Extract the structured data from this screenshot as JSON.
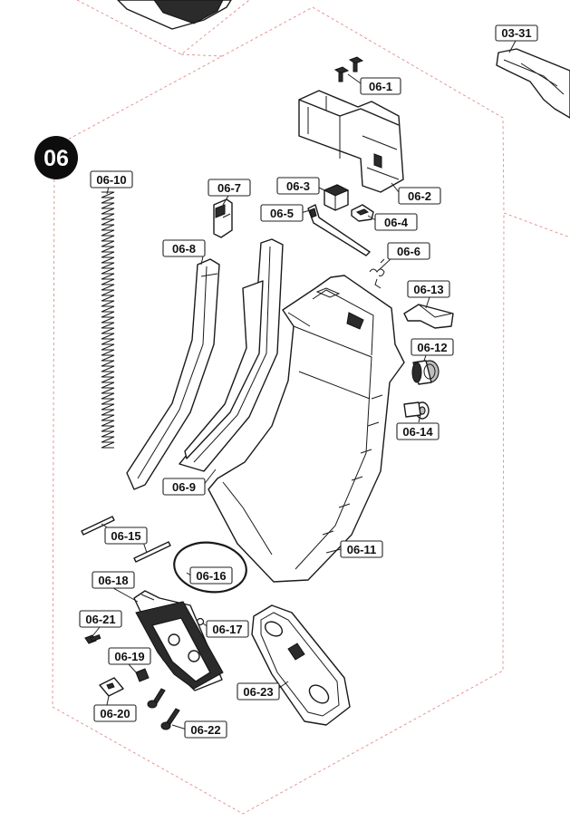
{
  "section": {
    "number": "06"
  },
  "cross_reference": {
    "label": "03-31"
  },
  "parts": [
    {
      "id": "06-1",
      "label": "06-1",
      "icon": "screw-pair"
    },
    {
      "id": "06-2",
      "label": "06-2",
      "icon": "feed-lip-housing"
    },
    {
      "id": "06-3",
      "label": "06-3",
      "icon": "block"
    },
    {
      "id": "06-4",
      "label": "06-4",
      "icon": "latch"
    },
    {
      "id": "06-5",
      "label": "06-5",
      "icon": "lever-spring"
    },
    {
      "id": "06-6",
      "label": "06-6",
      "icon": "small-spring"
    },
    {
      "id": "06-7",
      "label": "06-7",
      "icon": "follower"
    },
    {
      "id": "06-8",
      "label": "06-8",
      "icon": "magazine-shell-left"
    },
    {
      "id": "06-9",
      "label": "06-9",
      "icon": "magazine-shell-right"
    },
    {
      "id": "06-10",
      "label": "06-10",
      "icon": "magazine-spring"
    },
    {
      "id": "06-11",
      "label": "06-11",
      "icon": "magazine-body"
    },
    {
      "id": "06-12",
      "label": "06-12",
      "icon": "valve"
    },
    {
      "id": "06-13",
      "label": "06-13",
      "icon": "plate"
    },
    {
      "id": "06-14",
      "label": "06-14",
      "icon": "valve-screw"
    },
    {
      "id": "06-15",
      "label": "06-15",
      "icon": "pins"
    },
    {
      "id": "06-16",
      "label": "06-16",
      "icon": "o-ring"
    },
    {
      "id": "06-17",
      "label": "06-17",
      "icon": "small-o-ring"
    },
    {
      "id": "06-18",
      "label": "06-18",
      "icon": "baseplate-insert"
    },
    {
      "id": "06-19",
      "label": "06-19",
      "icon": "set-screw"
    },
    {
      "id": "06-20",
      "label": "06-20",
      "icon": "nut"
    },
    {
      "id": "06-21",
      "label": "06-21",
      "icon": "screw"
    },
    {
      "id": "06-22",
      "label": "06-22",
      "icon": "screw-pair"
    },
    {
      "id": "06-23",
      "label": "06-23",
      "icon": "baseplate"
    }
  ]
}
